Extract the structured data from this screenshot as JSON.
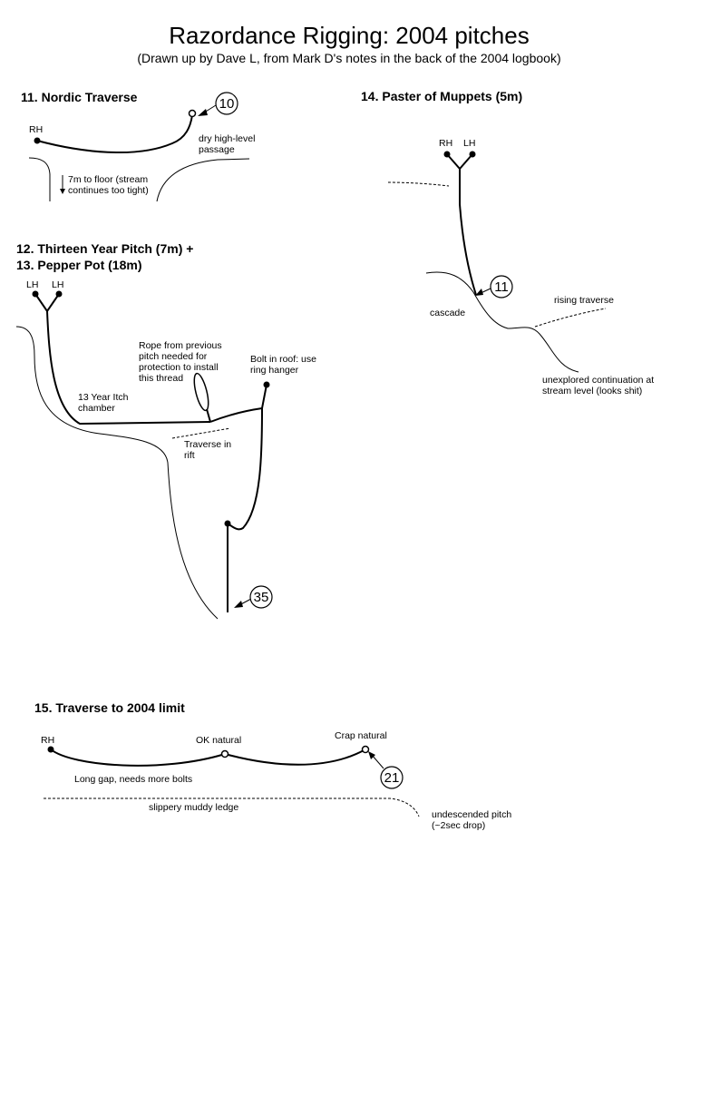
{
  "title": "Razordance Rigging: 2004 pitches",
  "subtitle": "(Drawn up by Dave L, from Mark D's notes in the back of the 2004 logbook)",
  "pitch11": {
    "heading": "11. Nordic Traverse",
    "rh": "RH",
    "passage": [
      "dry high-level",
      "passage"
    ],
    "floor": [
      "7m to floor (stream",
      "continues too tight)"
    ],
    "survey": "10"
  },
  "pitch12": {
    "heading_line1": "12. Thirteen Year Pitch (7m) +",
    "heading_line2": "13. Pepper Pot (18m)",
    "lh1": "LH",
    "lh2": "LH",
    "rope_note": [
      "Rope from previous",
      "pitch needed for",
      "protection to install",
      "this thread"
    ],
    "bolt_note": [
      "Bolt in roof: use",
      "ring hanger"
    ],
    "chamber": [
      "13 Year Itch",
      "chamber"
    ],
    "traverse": [
      "Traverse in",
      "rift"
    ],
    "survey": "35"
  },
  "pitch14": {
    "heading": "14. Paster of Muppets (5m)",
    "rh": "RH",
    "lh": "LH",
    "cascade": "cascade",
    "rising": "rising traverse",
    "unexplored": [
      "unexplored continuation at",
      "stream level (looks shit)"
    ],
    "survey": "11"
  },
  "pitch15": {
    "heading": "15. Traverse to 2004 limit",
    "rh": "RH",
    "ok_natural": "OK natural",
    "crap_natural": "Crap natural",
    "gap": "Long gap, needs more bolts",
    "ledge": "slippery muddy ledge",
    "undescended": [
      "undescended pitch",
      "(~2sec drop)"
    ],
    "survey": "21"
  }
}
